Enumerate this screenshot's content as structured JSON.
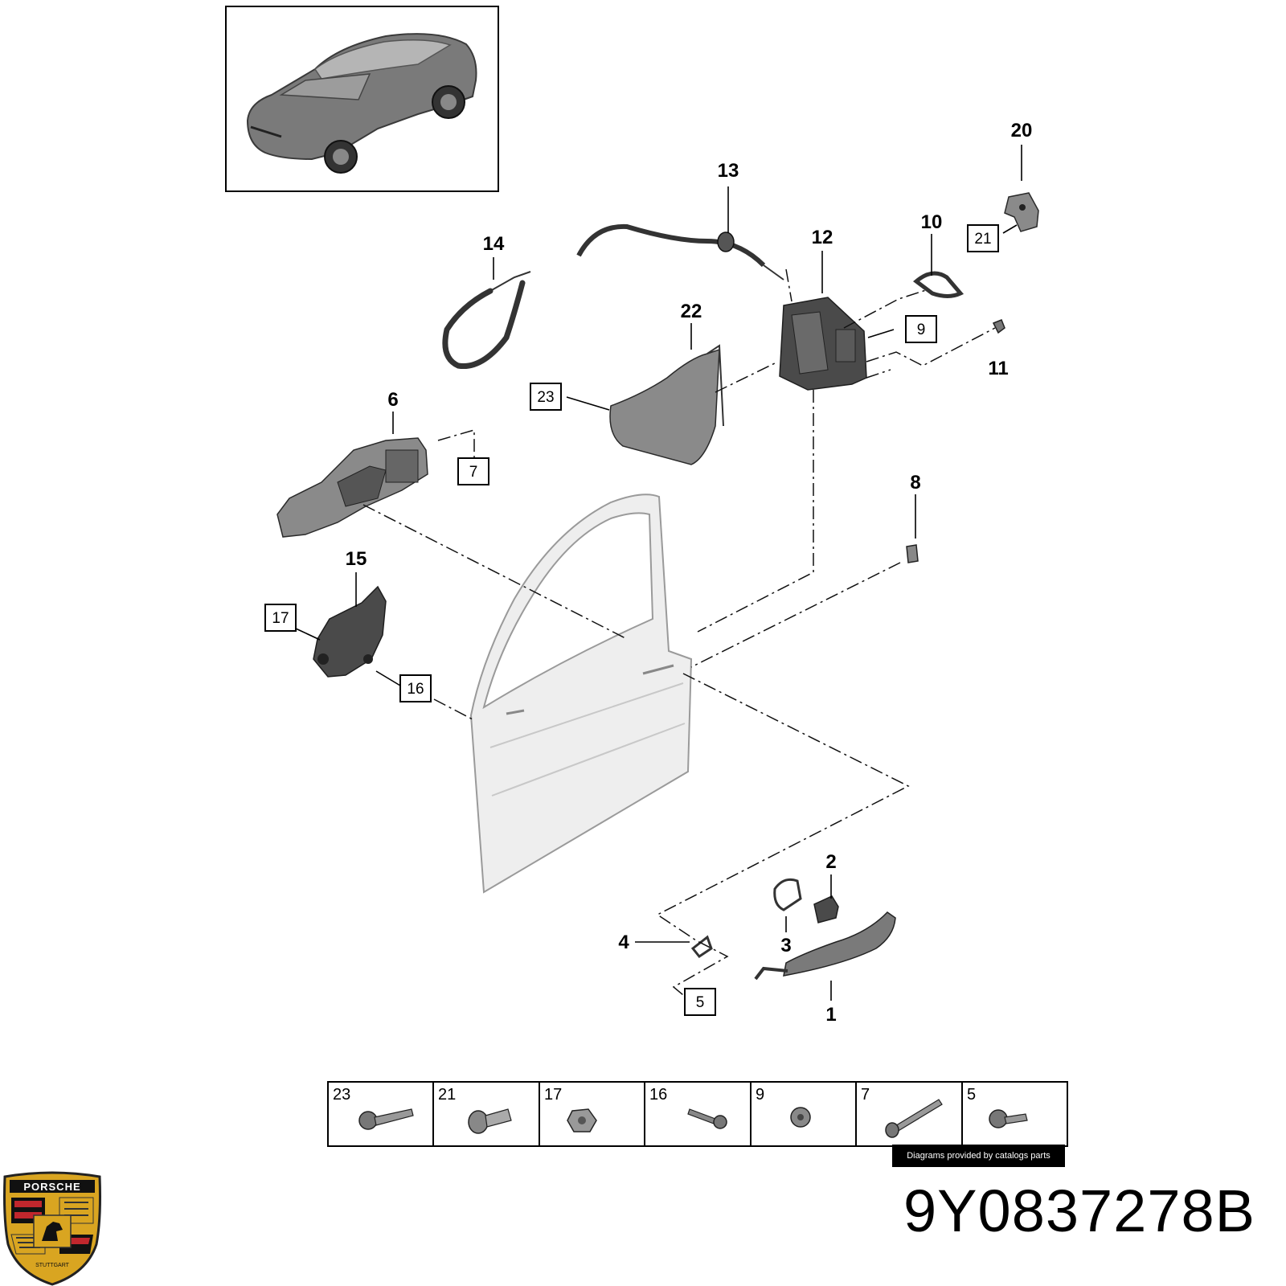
{
  "diagram": {
    "callouts": {
      "c20": "20",
      "c13": "13",
      "c10": "10",
      "c12": "12",
      "c14": "14",
      "c22": "22",
      "c11": "11",
      "c6": "6",
      "c8": "8",
      "c15": "15",
      "c2": "2",
      "c4": "4",
      "c3": "3",
      "c1": "1"
    },
    "boxed_refs": {
      "b21": "21",
      "b9": "9",
      "b23": "23",
      "b7": "7",
      "b17": "17",
      "b16": "16",
      "b5": "5"
    },
    "fastener_table": [
      {
        "number": "23",
        "icon": "screw-icon"
      },
      {
        "number": "21",
        "icon": "bolt-icon"
      },
      {
        "number": "17",
        "icon": "nut-icon"
      },
      {
        "number": "16",
        "icon": "stud-icon"
      },
      {
        "number": "9",
        "icon": "clip-icon"
      },
      {
        "number": "7",
        "icon": "long-bolt-icon"
      },
      {
        "number": "5",
        "icon": "screw-icon"
      }
    ],
    "credit": "Diagrams provided by catalogs parts"
  },
  "part_number": "9Y0837278B",
  "logo": {
    "brand_text": "PORSCHE",
    "city_text": "STUTTGART"
  },
  "colors": {
    "gold": "#d9a521",
    "red": "#c1272d",
    "black": "#111111",
    "door": "#eeeeee",
    "part": "#4a4a4a"
  }
}
